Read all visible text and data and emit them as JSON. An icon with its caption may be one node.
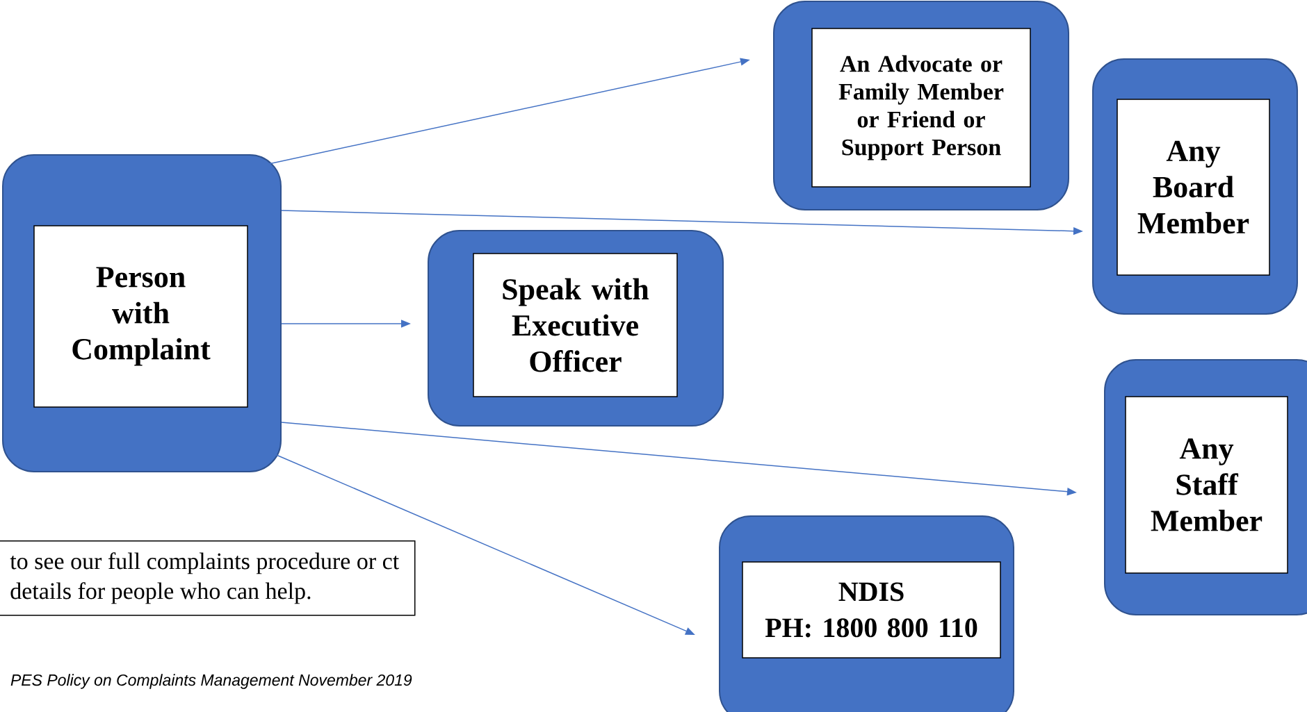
{
  "diagram": {
    "nodes": [
      {
        "text": [
          "Person with Complaint"
        ]
      },
      {
        "text": [
          "An Advocate or Family Member or Friend or Support Person"
        ]
      },
      {
        "text": [
          "Any Board Member"
        ]
      },
      {
        "text": [
          "Speak with Executive Officer"
        ]
      },
      {
        "text": [
          "Any Staff Member"
        ]
      },
      {
        "text": [
          "NDIS",
          "PH: 1800 800 110"
        ]
      }
    ],
    "edges": [
      {
        "from": 0,
        "to": 1,
        "arrow": "to"
      },
      {
        "from": 0,
        "to": 2,
        "arrow": "to"
      },
      {
        "from": 0,
        "to": 3,
        "arrow": "to"
      },
      {
        "from": 0,
        "to": 4,
        "arrow": "to"
      },
      {
        "from": 0,
        "to": 5,
        "arrow": "to"
      }
    ],
    "labels": [
      "to see our full complaints procedure or ct details for people who can help.",
      "PES Policy on Complaints Management November 2019"
    ]
  }
}
